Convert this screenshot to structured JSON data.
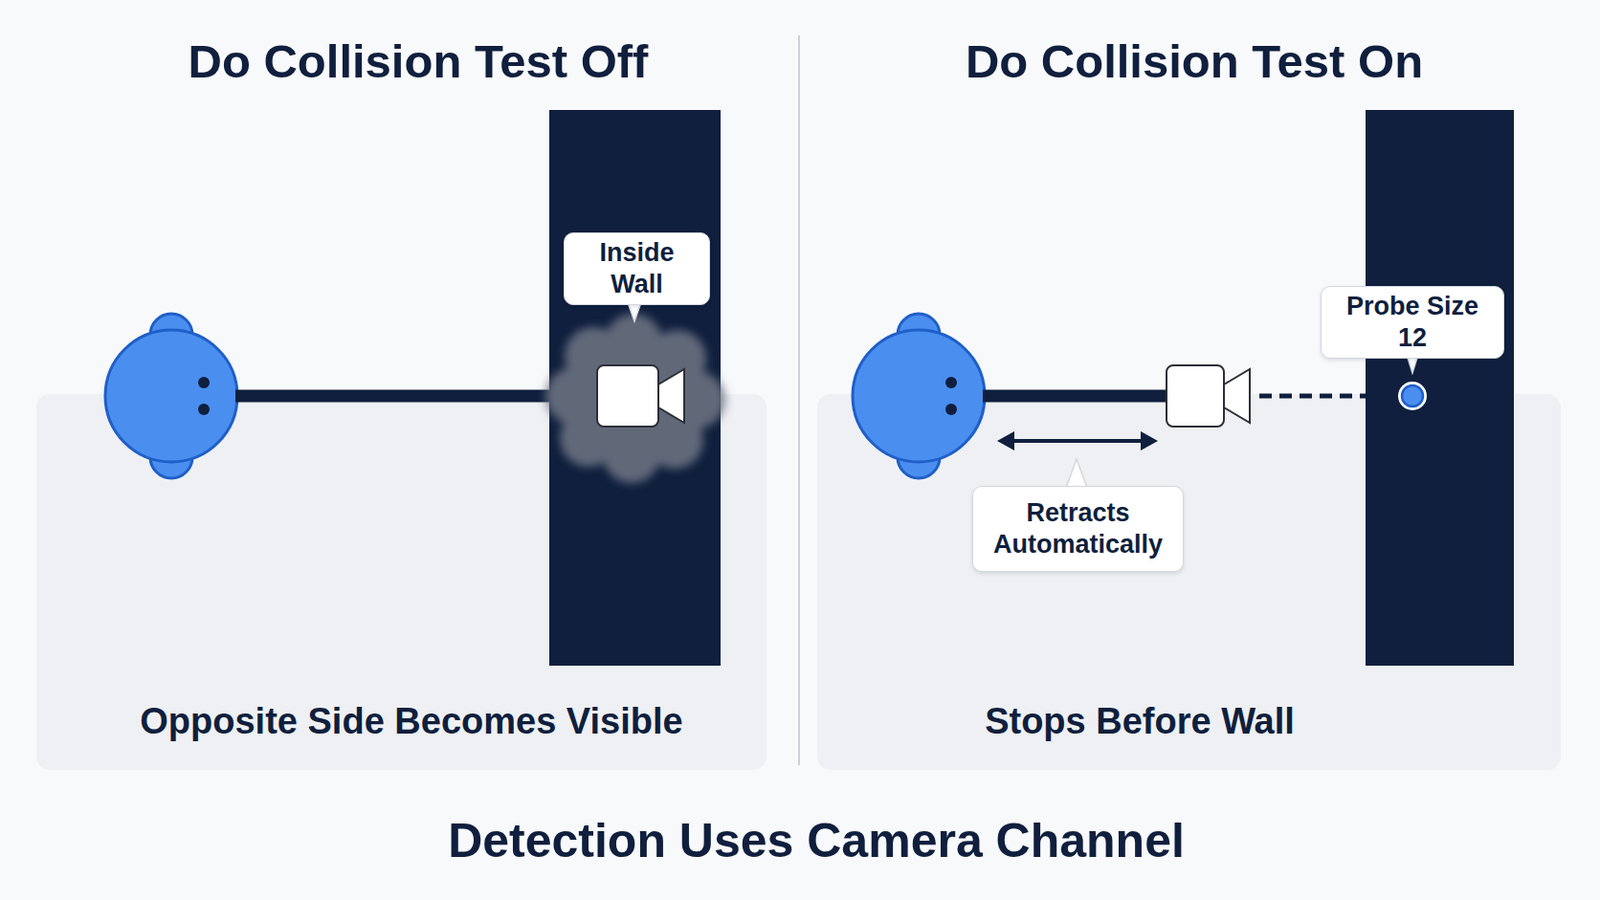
{
  "diagram": {
    "caption": "Detection Uses Camera Channel",
    "nodes": [
      {
        "text": [
          "Inside Wall"
        ]
      },
      {
        "text": [
          "Probe Size 12"
        ]
      },
      {
        "text": [
          "Retracts Automatically"
        ]
      }
    ],
    "labels": [
      "Do Collision Test Off",
      "Do Collision Test On",
      "Opposite Side Becomes Visible",
      "Stops Before Wall"
    ]
  }
}
